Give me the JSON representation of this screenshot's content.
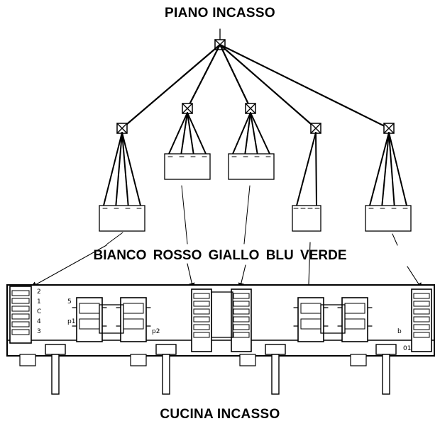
{
  "labels": {
    "top": "PIANO INCASSO",
    "bottom": "CUCINA INCASSO",
    "wires": [
      "BIANCO",
      "ROSSO",
      "GIALLO",
      "BLU",
      "VERDE"
    ]
  },
  "board": {
    "pin_labels": [
      "2",
      "1",
      "C",
      "4",
      "3",
      "5",
      "p1",
      "p2",
      "b",
      "01"
    ]
  },
  "colors": {
    "line": "#000000",
    "background": "#ffffff"
  }
}
